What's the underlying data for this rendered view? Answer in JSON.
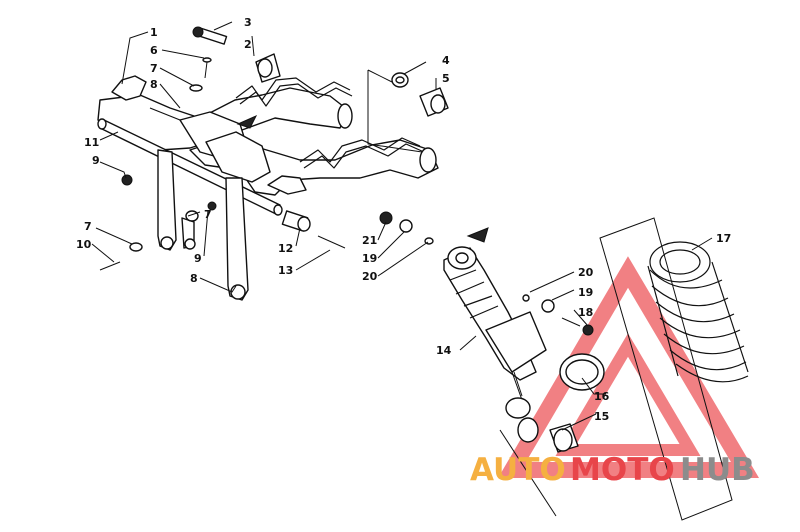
{
  "callouts": [
    {
      "id": "c1",
      "text": "1"
    },
    {
      "id": "c2",
      "text": "2"
    },
    {
      "id": "c3",
      "text": "3"
    },
    {
      "id": "c4",
      "text": "4"
    },
    {
      "id": "c5",
      "text": "5"
    },
    {
      "id": "c6",
      "text": "6"
    },
    {
      "id": "c7a",
      "text": "7"
    },
    {
      "id": "c8a",
      "text": "8"
    },
    {
      "id": "c9a",
      "text": "9"
    },
    {
      "id": "c11",
      "text": "11"
    },
    {
      "id": "c7b",
      "text": "7"
    },
    {
      "id": "c10",
      "text": "10"
    },
    {
      "id": "c7c",
      "text": "7"
    },
    {
      "id": "c9b",
      "text": "9"
    },
    {
      "id": "c8b",
      "text": "8"
    },
    {
      "id": "c12",
      "text": "12"
    },
    {
      "id": "c13",
      "text": "13"
    },
    {
      "id": "c21",
      "text": "21"
    },
    {
      "id": "c19a",
      "text": "19"
    },
    {
      "id": "c20a",
      "text": "20"
    },
    {
      "id": "c17",
      "text": "17"
    },
    {
      "id": "c20b",
      "text": "20"
    },
    {
      "id": "c19b",
      "text": "19"
    },
    {
      "id": "c18",
      "text": "18"
    },
    {
      "id": "c14",
      "text": "14"
    },
    {
      "id": "c16",
      "text": "16"
    },
    {
      "id": "c15",
      "text": "15"
    }
  ],
  "watermark": {
    "part1": "AUTO",
    "part2": "MOTO",
    "part3": "HUB",
    "color_orange": "#f5b041",
    "color_red": "#e8454a",
    "color_gray": "#8c8c8c"
  }
}
